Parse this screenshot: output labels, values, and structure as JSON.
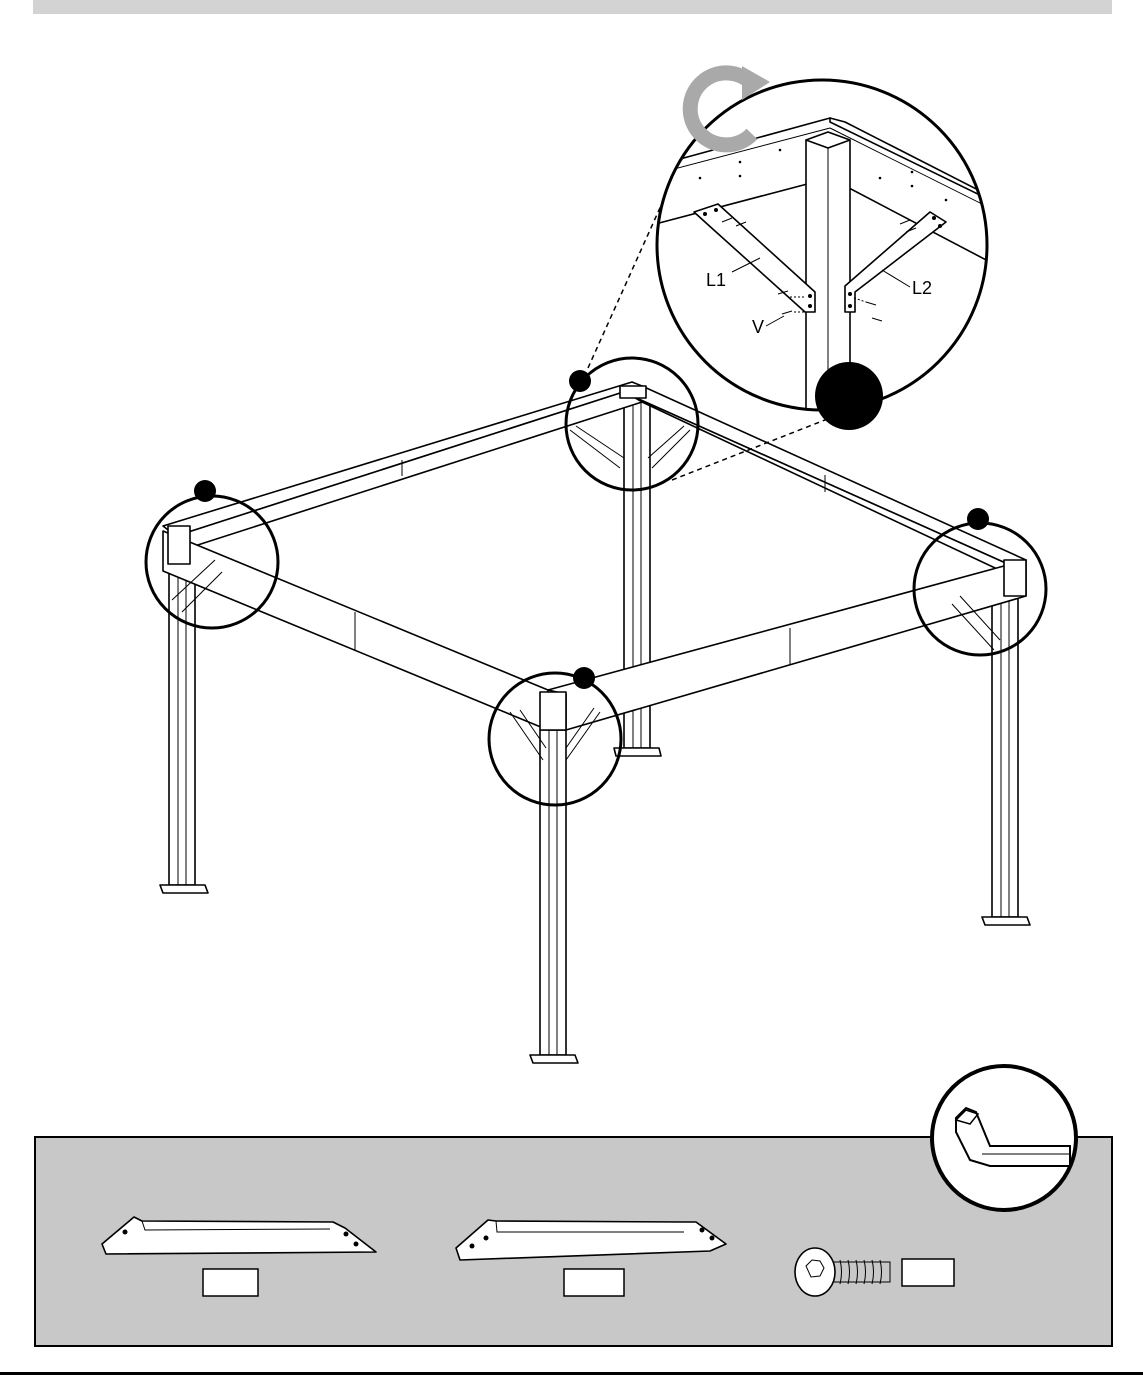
{
  "detail_labels": {
    "bracket_left": "L1",
    "bracket_right": "L2",
    "screw": "V"
  },
  "parts_panel": {
    "background": "#c8c8c8",
    "items": [
      {
        "name": "bracket-l1",
        "label_text": ""
      },
      {
        "name": "bracket-l2",
        "label_text": ""
      },
      {
        "name": "screw-v",
        "label_text": ""
      }
    ]
  },
  "icons": {
    "rotate": "rotate-clockwise-icon",
    "tool": "hex-key-icon"
  },
  "colors": {
    "rotate_arrow": "#a9a9a9",
    "ink": "#000000",
    "header_bar": "#d3d3d3"
  }
}
